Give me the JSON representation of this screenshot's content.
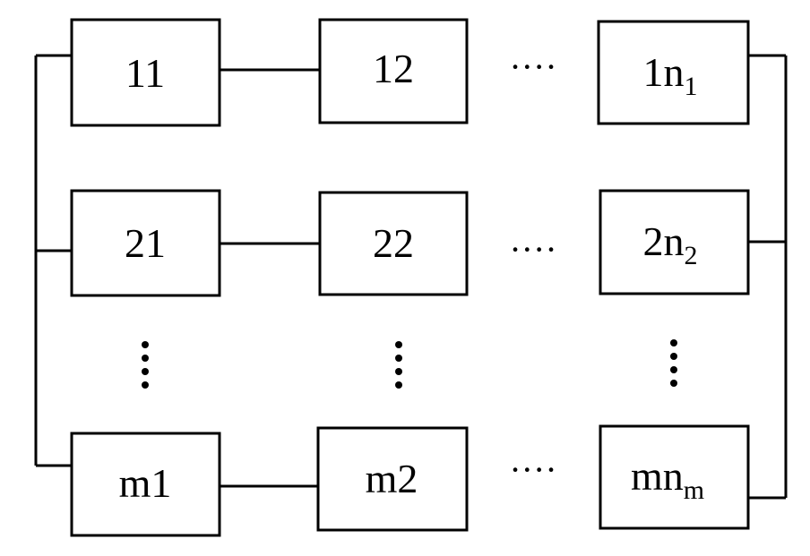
{
  "diagram": {
    "rows": [
      {
        "id": "row-1",
        "blocks": [
          {
            "main": "11",
            "sub": ""
          },
          {
            "main": "12",
            "sub": ""
          },
          {
            "main": "1n",
            "sub": "1"
          }
        ],
        "ellipsis": "····"
      },
      {
        "id": "row-2",
        "blocks": [
          {
            "main": "21",
            "sub": ""
          },
          {
            "main": "22",
            "sub": ""
          },
          {
            "main": "2n",
            "sub": "2"
          }
        ],
        "ellipsis": "····"
      },
      {
        "id": "row-m",
        "blocks": [
          {
            "main": "m1",
            "sub": ""
          },
          {
            "main": "m2",
            "sub": ""
          },
          {
            "main": "mn",
            "sub": "m"
          }
        ],
        "ellipsis": "····"
      }
    ],
    "vertical_ellipsis": "⋮",
    "line_color": "#000000",
    "box_fill": "#ffffff"
  }
}
